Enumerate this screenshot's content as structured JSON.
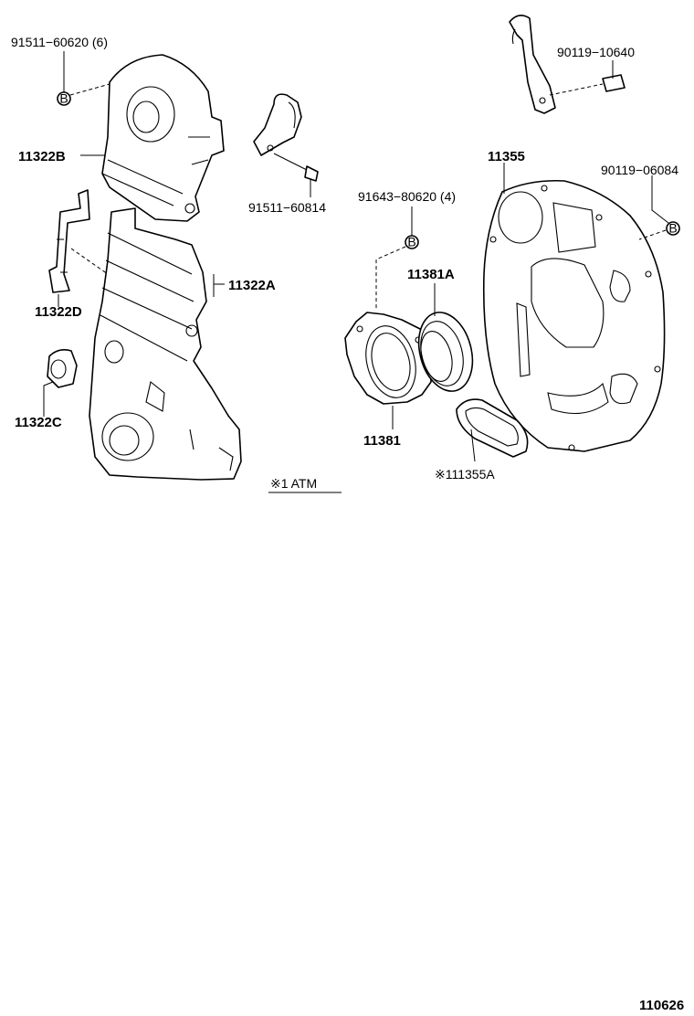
{
  "labels": {
    "p91511_60620": "91511−60620 (6)",
    "p11322B": "11322B",
    "p11322A": "11322A",
    "p11322D": "11322D",
    "p11322C": "11322C",
    "p91511_60814": "91511−60814",
    "p90119_10640": "90119−10640",
    "p11355": "11355",
    "p90119_06084": "90119−06084",
    "p91643_80620": "91643−80620 (4)",
    "p11381A": "11381A",
    "p11381": "11381",
    "p111355A": "※111355A",
    "atm_note": "※1 ATM",
    "diagram_id": "110626"
  },
  "markers": {
    "circle_b": "B"
  }
}
